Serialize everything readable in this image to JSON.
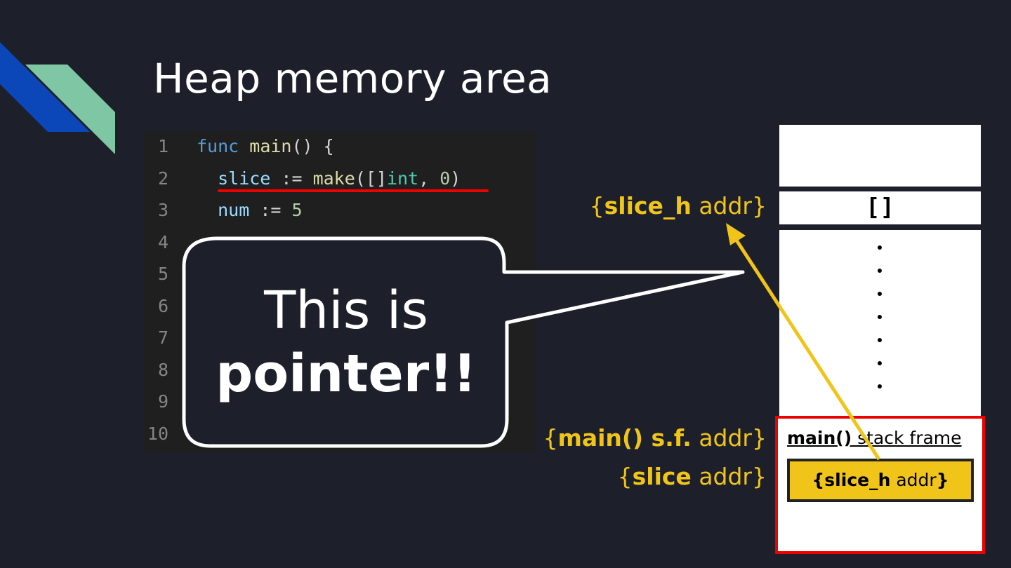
{
  "slide": {
    "title": "Heap memory area"
  },
  "code": {
    "lines": [
      {
        "n": "1",
        "tokens": [
          {
            "t": "func",
            "c": "kw"
          },
          {
            "t": " ",
            "c": "plain"
          },
          {
            "t": "main",
            "c": "fn"
          },
          {
            "t": "() {",
            "c": "plain"
          }
        ]
      },
      {
        "n": "2",
        "tokens": [
          {
            "t": "  slice",
            "c": "var"
          },
          {
            "t": " := ",
            "c": "plain"
          },
          {
            "t": "make",
            "c": "fn"
          },
          {
            "t": "([]",
            "c": "plain"
          },
          {
            "t": "int",
            "c": "ty"
          },
          {
            "t": ", ",
            "c": "plain"
          },
          {
            "t": "0",
            "c": "num"
          },
          {
            "t": ")",
            "c": "plain"
          }
        ]
      },
      {
        "n": "3",
        "tokens": [
          {
            "t": "  num",
            "c": "var"
          },
          {
            "t": " := ",
            "c": "plain"
          },
          {
            "t": "5",
            "c": "num"
          }
        ]
      },
      {
        "n": "4",
        "tokens": []
      },
      {
        "n": "5",
        "tokens": []
      },
      {
        "n": "6",
        "tokens": []
      },
      {
        "n": "7",
        "tokens": []
      },
      {
        "n": "8",
        "tokens": []
      },
      {
        "n": "9",
        "tokens": []
      },
      {
        "n": "10",
        "tokens": []
      }
    ]
  },
  "callout": {
    "line1": "This is",
    "line2": "pointer!!"
  },
  "labels": {
    "slice_h_addr": {
      "open": "{",
      "bold": "slice_h",
      "rest": " addr}"
    },
    "main_sf_addr": {
      "open": "{",
      "bold": "main() s.f.",
      "rest": " addr}"
    },
    "slice_addr": {
      "open": "{",
      "bold": "slice",
      "rest": " addr}"
    }
  },
  "memory": {
    "heap_value": "[]",
    "dots": 7,
    "frame_label_bold": "main()",
    "frame_label_rest": " stack frame",
    "slice_box": {
      "open": "{",
      "bold": "slice_h",
      "rest": " addr",
      "close": "}"
    }
  },
  "colors": {
    "background": "#1d202b",
    "highlight": "#f0c419",
    "alert": "#ee0000",
    "deco_blue": "#0b47b8",
    "deco_green": "#7fc7a4"
  }
}
